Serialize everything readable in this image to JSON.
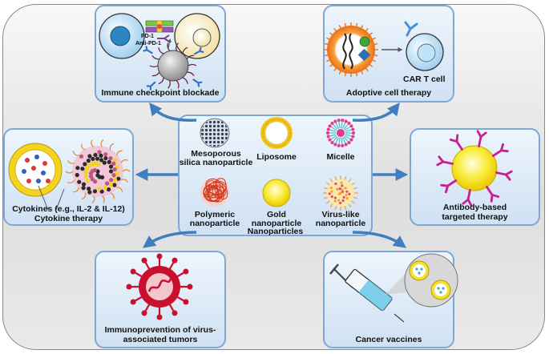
{
  "panels": {
    "checkpoint": {
      "title": "Immune checkpoint blockade",
      "pd1": "PD-1",
      "antipd1": "Anti-PD-1"
    },
    "adoptive": {
      "title": "Adoptive cell therapy",
      "cart": "CAR T cell"
    },
    "cytokine": {
      "line1": "Cytokines (e.g., IL-2 & IL-12)",
      "line2": "Cytokine therapy"
    },
    "antibody": {
      "line1": "Antibody-based",
      "line2": "targeted therapy"
    },
    "prevention": {
      "line1": "Immunoprevention of virus-",
      "line2": "associated tumors"
    },
    "vaccine": {
      "title": "Cancer vaccines"
    }
  },
  "center": {
    "mesoporous": {
      "line1": "Mesoporous",
      "line2": "silica nanoparticle"
    },
    "liposome": "Liposome",
    "micelle": "Micelle",
    "polymeric": {
      "line1": "Polymeric",
      "line2": "nanoparticle"
    },
    "gold": {
      "line1": "Gold",
      "line2": "nanoparticle"
    },
    "viruslike": {
      "line1": "Virus-like",
      "line2": "nanoparticle"
    },
    "title": "Nanoparticles"
  },
  "colors": {
    "panel_border": "#7ea7d4",
    "arrow": "#3f7fc0",
    "gold": "#f5e31a",
    "virus_red": "#c8102e"
  }
}
